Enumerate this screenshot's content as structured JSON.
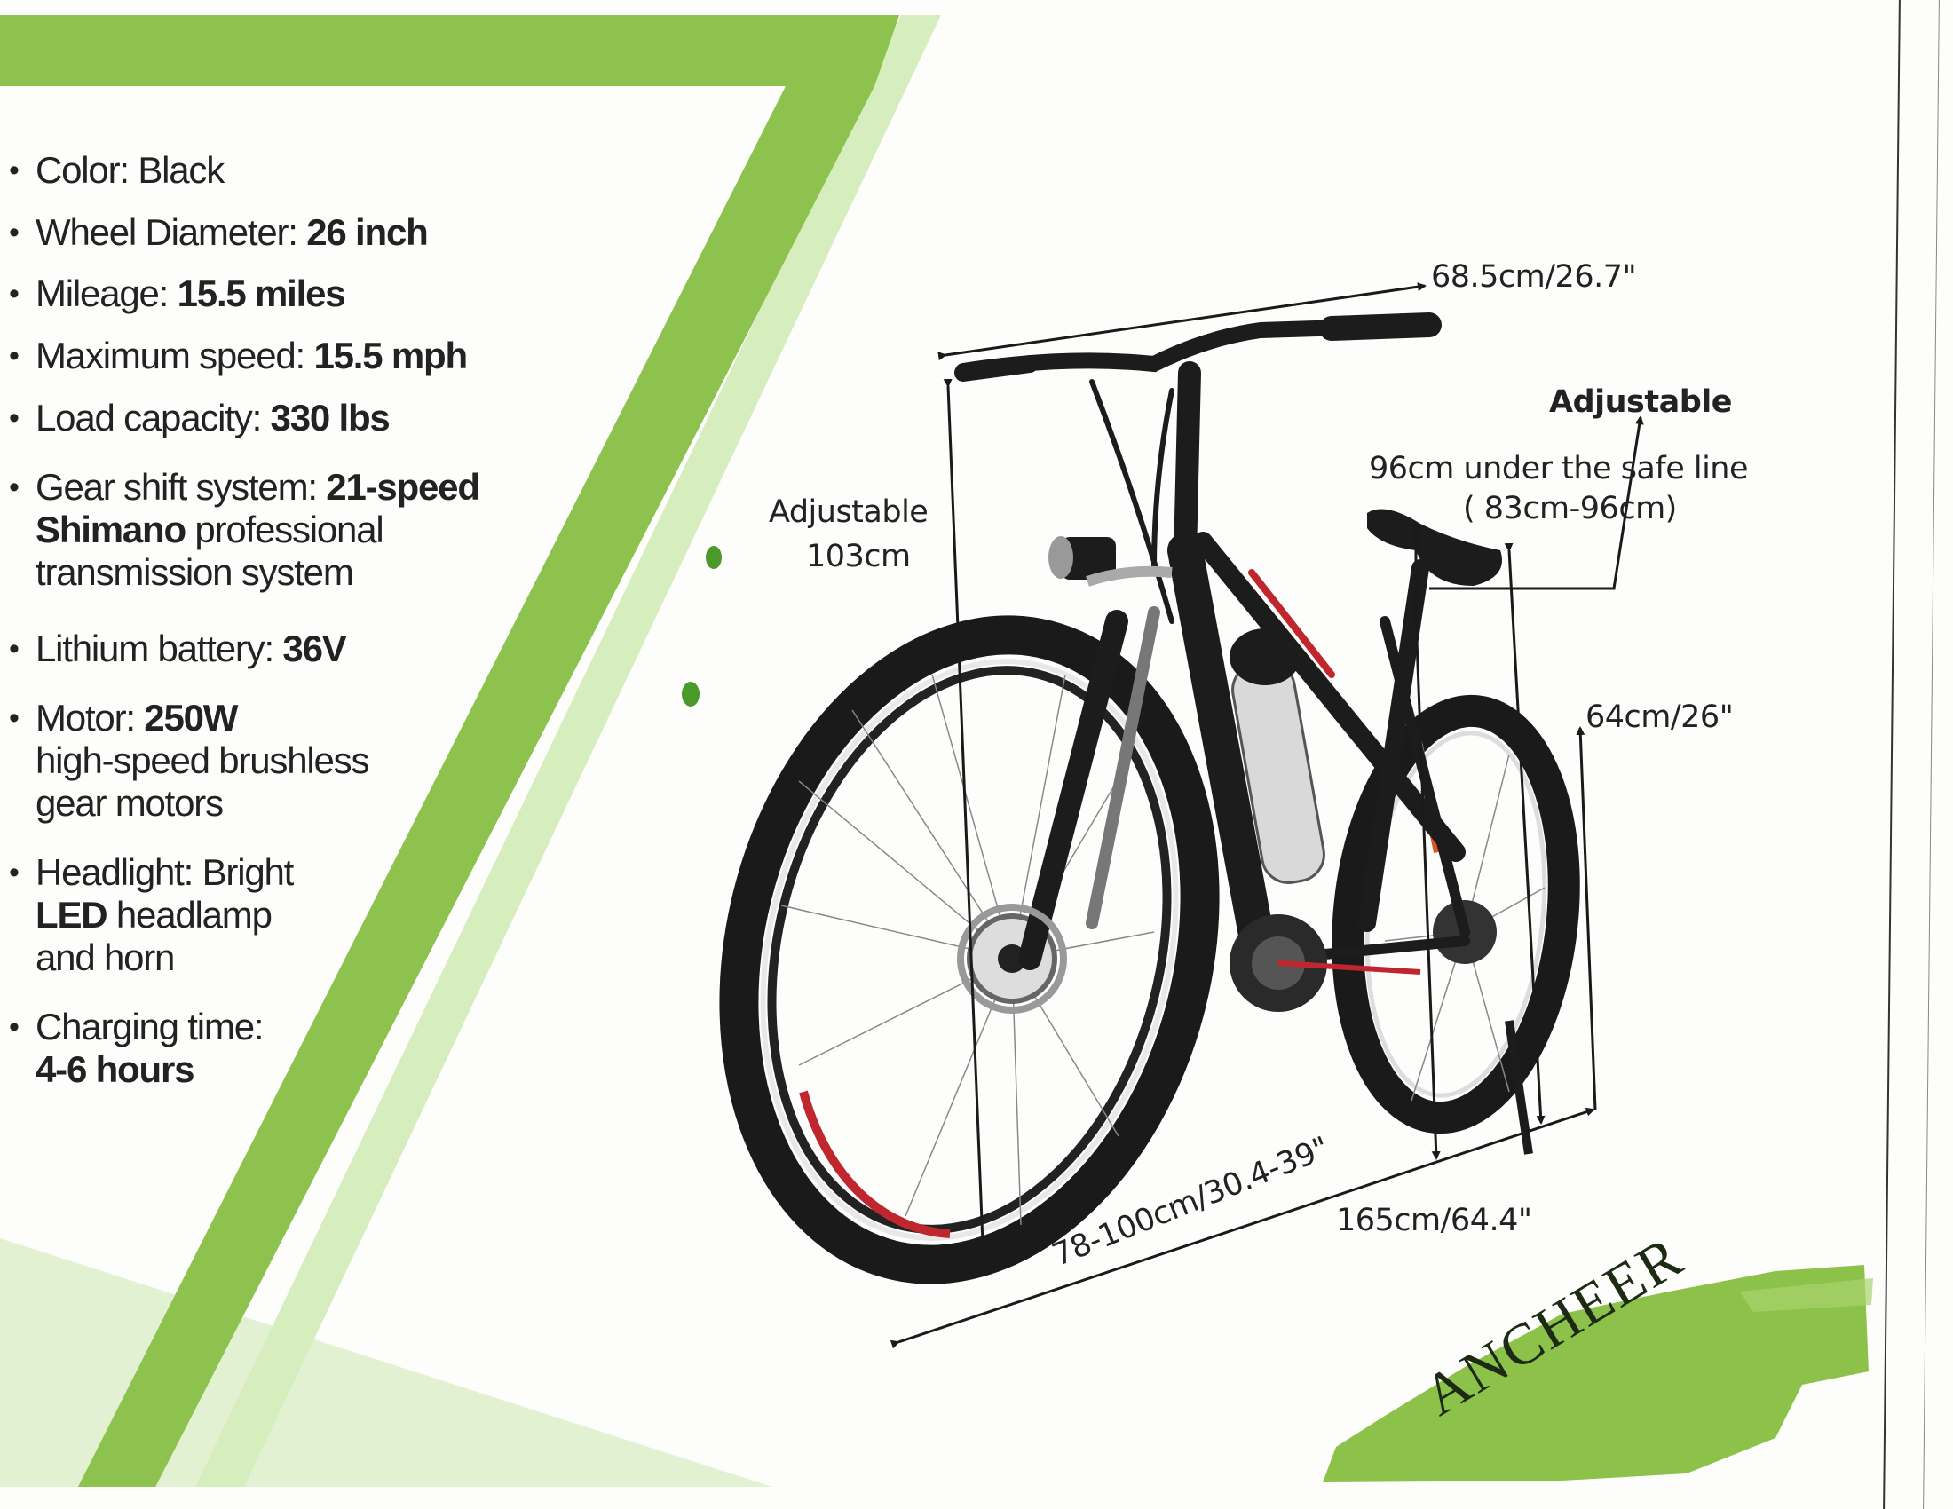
{
  "colors": {
    "brand_green": "#8dc24a",
    "light_green": "#d4ecb8",
    "pale_green": "#e6f4d6",
    "text": "#222222",
    "frame_red": "#c0262d"
  },
  "specs": [
    {
      "label": "Color: ",
      "value": "Black",
      "value_bold": false
    },
    {
      "label": "Wheel Diameter: ",
      "value": "26 inch",
      "value_bold": true
    },
    {
      "label": "Mileage: ",
      "value": "15.5 miles",
      "value_bold": true
    },
    {
      "label": "Maximum speed: ",
      "value": "15.5 mph",
      "value_bold": true
    },
    {
      "label": "Load capacity: ",
      "value": "330 lbs",
      "value_bold": true
    },
    {
      "label": "Gear shift system: ",
      "value": "21-speed",
      "line2_bold": "Shimano",
      "line2_rest": " professional",
      "line3": "transmission system"
    },
    {
      "label": "Lithium battery: ",
      "value": "36V",
      "value_bold": true
    },
    {
      "label": "Motor: ",
      "value": "250W",
      "line2": "high-speed brushless",
      "line3": "gear motors"
    },
    {
      "label": "Headlight: Bright",
      "line2_bold": "LED",
      "line2_rest": " headlamp",
      "line3": "and horn"
    },
    {
      "label": "Charging time:",
      "line2_bold": "4-6 hours"
    }
  ],
  "dimensions": {
    "handlebar_width": "68.5cm/26.7\"",
    "seat_adjustable_title": "Adjustable",
    "seat_line1": "96cm under the safe line",
    "seat_line2": "( 83cm-96cm)",
    "height_adjustable_title": "Adjustable",
    "height_value": "103cm",
    "wheel_height": "64cm/26\"",
    "seat_to_ground": "78-100cm/30.4-39\"",
    "total_length": "165cm/64.4\""
  },
  "brand": {
    "name": "ANCHEER"
  }
}
